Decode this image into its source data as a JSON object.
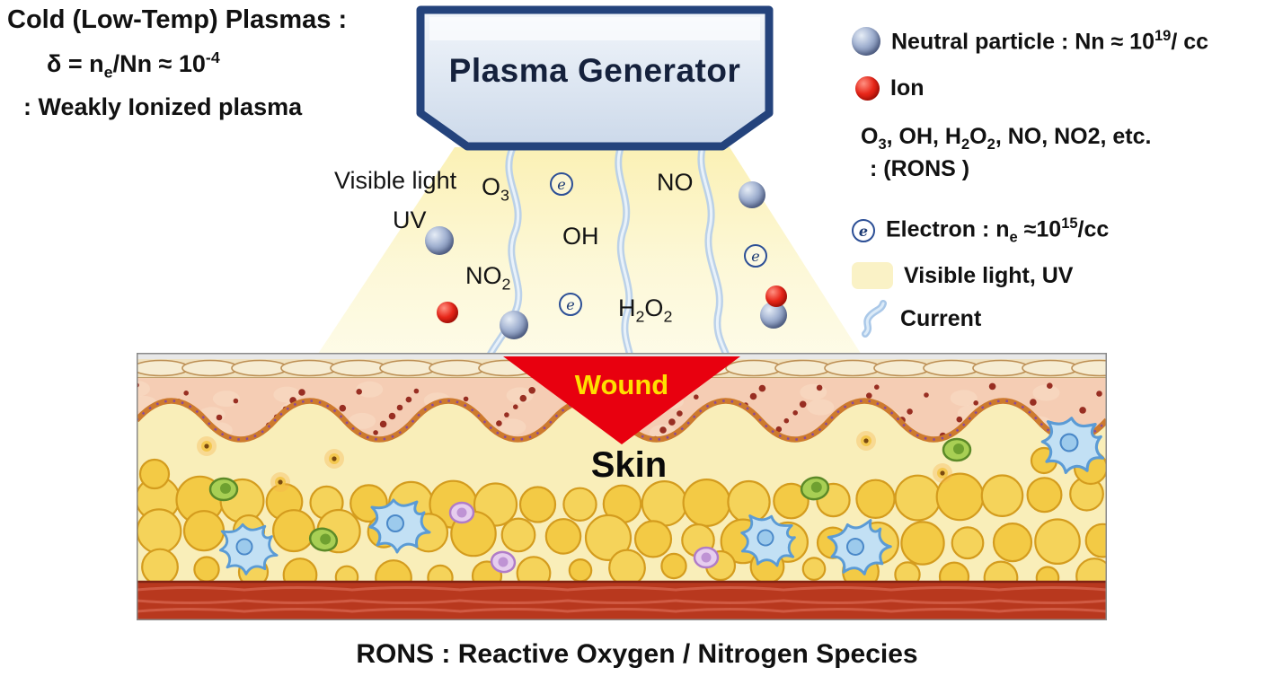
{
  "header": {
    "line1": "Cold (Low-Temp) Plasmas :",
    "formula": {
      "p1": "δ = n",
      "sub1": "e",
      "p2": "/Nn ≈  10",
      "sup1": "-4"
    },
    "line3": ": Weakly Ionized plasma"
  },
  "generator": {
    "label": "Plasma Generator"
  },
  "plume": {
    "visible_light": "Visible light",
    "uv": "UV",
    "o3": {
      "p1": "O",
      "sub1": "3"
    },
    "oh": "OH",
    "no": "NO",
    "no2": {
      "p1": "NO",
      "sub1": "2"
    },
    "h2o2": {
      "p1": "H",
      "sub1": "2",
      "p2": "O",
      "sub2": "2"
    },
    "electron_symbol": "e"
  },
  "wound": {
    "label": "Wound"
  },
  "skin": {
    "label": "Skin"
  },
  "legend": {
    "neutral": {
      "p1": "Neutral particle : Nn ≈ 10",
      "sup1": "19",
      "p2": "/ cc"
    },
    "ion": "Ion",
    "rons": {
      "l1p1": "O",
      "l1sub1": "3",
      "l1p2": ", OH, H",
      "l1sub2": "2",
      "l1p3": "O",
      "l1sub3": "2",
      "l1p4": ", NO, NO2, etc.",
      "line2": ": (RONS )"
    },
    "electron": {
      "p1": "Electron : n",
      "sub1": "e",
      "p2": " ≈10",
      "sup1": "15",
      "p3": "/cc"
    },
    "visible_light": "Visible light, UV",
    "current": "Current",
    "electron_symbol": "e"
  },
  "caption": "RONS : Reactive Oxygen / Nitrogen Species",
  "colors": {
    "generator_border": "#24437c",
    "plume_yellow": "#fcf3c2",
    "wound_red": "#e8000f",
    "wound_text": "#ffdf00",
    "current_blue": "#b7cfe9",
    "neutral_sphere": "#8094bc",
    "ion_sphere": "#d81a0a"
  }
}
